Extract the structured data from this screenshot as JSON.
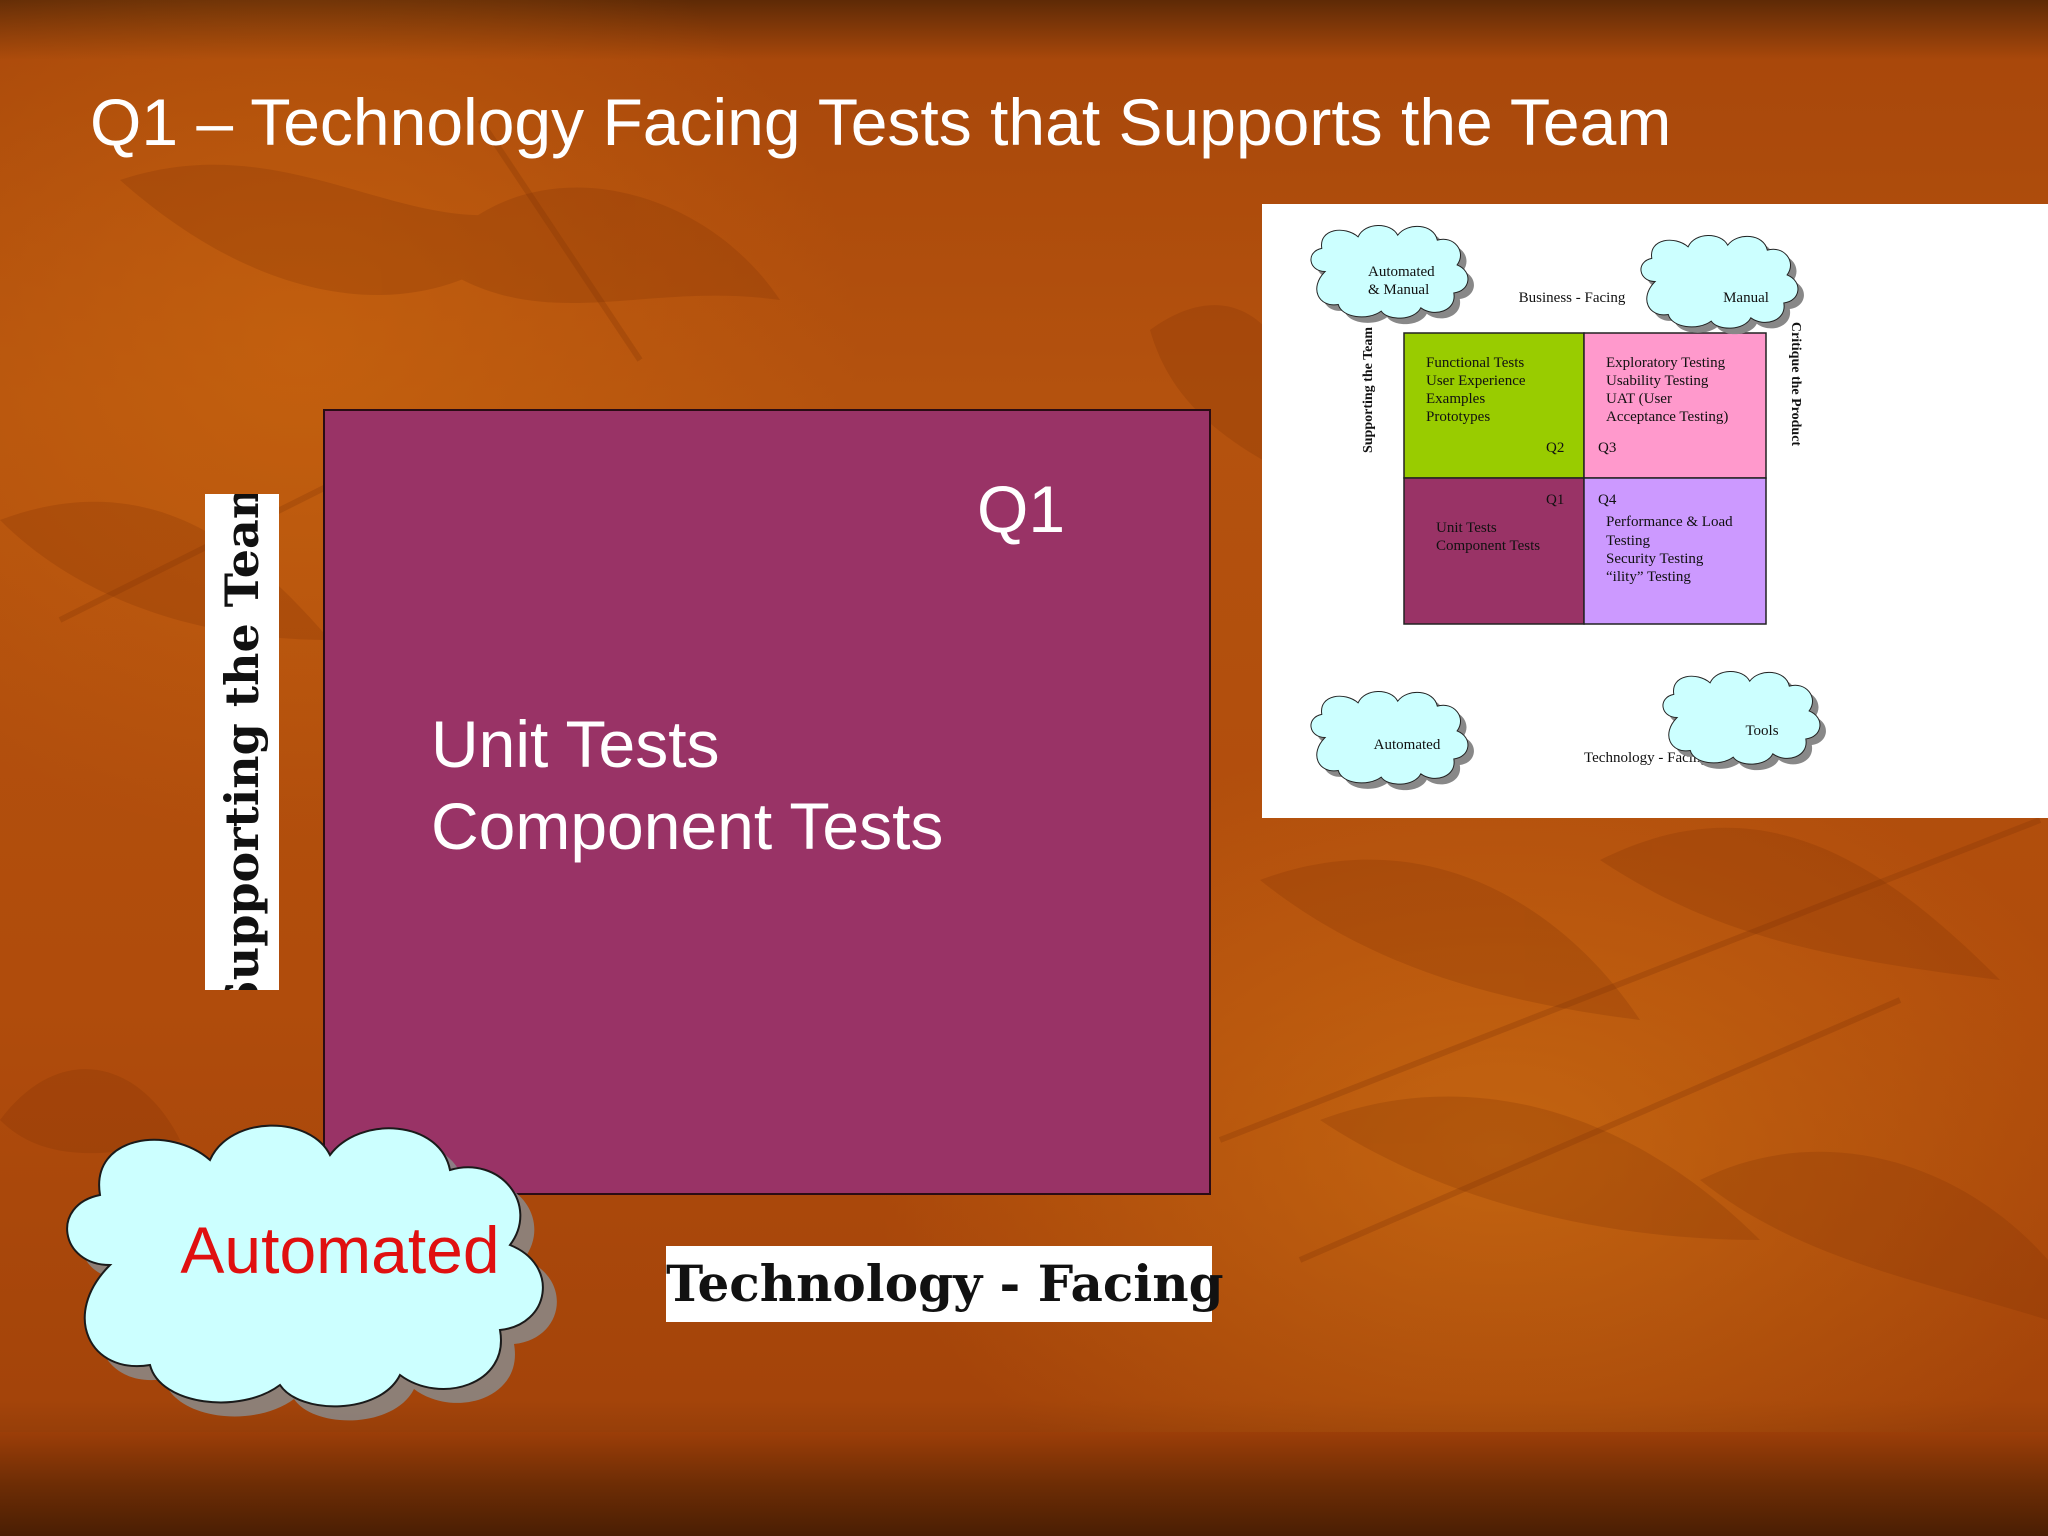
{
  "slide": {
    "title": "Q1 – Technology Facing Tests that Supports the Team"
  },
  "main_quadrant": {
    "label": "Q1",
    "items": [
      "Unit Tests",
      "Component Tests"
    ],
    "color": "#993366"
  },
  "axis_labels": {
    "side": "Supporting the Team",
    "bottom": "Technology - Facing"
  },
  "cloud": {
    "label": "Automated",
    "fill": "#ccffff",
    "text_color": "#e01010"
  },
  "inset": {
    "top_label": "Business - Facing",
    "bottom_label": "Technology - Facing",
    "left_label": "Supporting the Team",
    "right_label": "Critique the Product",
    "clouds": {
      "top_left_line1": "Automated",
      "top_left_line2": "& Manual",
      "top_right": "Manual",
      "bottom_left": "Automated",
      "bottom_right": "Tools"
    },
    "q2": {
      "label": "Q2",
      "color": "#99cc00",
      "items": [
        "Functional Tests",
        "User Experience",
        "Examples",
        "Prototypes"
      ]
    },
    "q3": {
      "label": "Q3",
      "color": "#ff99cc",
      "items": [
        "Exploratory Testing",
        "Usability Testing",
        "UAT (User",
        "Acceptance Testing)"
      ]
    },
    "q1": {
      "label": "Q1",
      "color": "#993366",
      "items": [
        "Unit Tests",
        "Component Tests"
      ]
    },
    "q4": {
      "label": "Q4",
      "color": "#cc99ff",
      "items": [
        "Performance & Load",
        "Testing",
        "Security Testing",
        "“ility” Testing"
      ]
    }
  }
}
